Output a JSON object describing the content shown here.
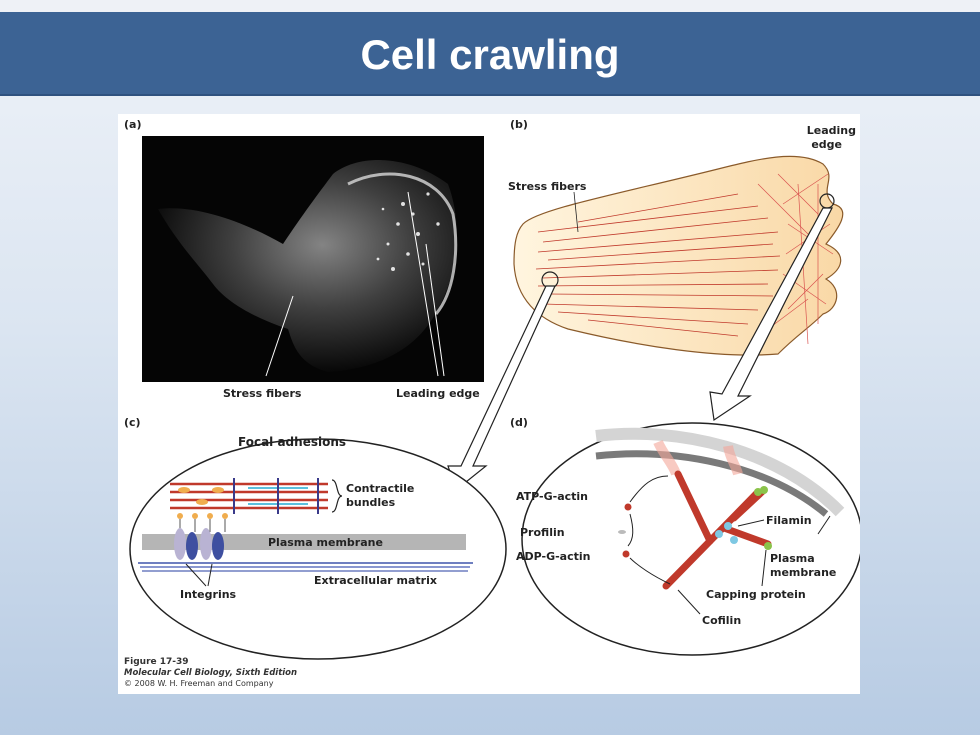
{
  "slide": {
    "title": "Cell crawling"
  },
  "panel_a": {
    "letter": "(a)",
    "stress_fibers": "Stress fibers",
    "leading_edge": "Leading edge"
  },
  "panel_b": {
    "letter": "(b)",
    "stress_fibers": "Stress fibers",
    "leading_edge_1": "Leading",
    "leading_edge_2": "edge"
  },
  "panel_c": {
    "letter": "(c)",
    "title": "Focal adhesions",
    "contractile_1": "Contractile",
    "contractile_2": "bundles",
    "plasma_membrane": "Plasma membrane",
    "ecm": "Extracellular matrix",
    "integrins": "Integrins"
  },
  "panel_d": {
    "letter": "(d)",
    "atp_g_actin": "ATP-G-actin",
    "profilin": "Profilin",
    "adp_g_actin": "ADP-G-actin",
    "filamin": "Filamin",
    "plasma_1": "Plasma",
    "plasma_2": "membrane",
    "capping_protein": "Capping protein",
    "cofilin": "Cofilin"
  },
  "caption": {
    "figure": "Figure 17-39",
    "book": "Molecular Cell Biology, Sixth Edition",
    "copyright": "© 2008 W. H. Freeman and Company"
  },
  "colors": {
    "title_bar": "#3c6394",
    "fiber_red": "#c0392b",
    "cell_fill": "#fde3b8"
  }
}
